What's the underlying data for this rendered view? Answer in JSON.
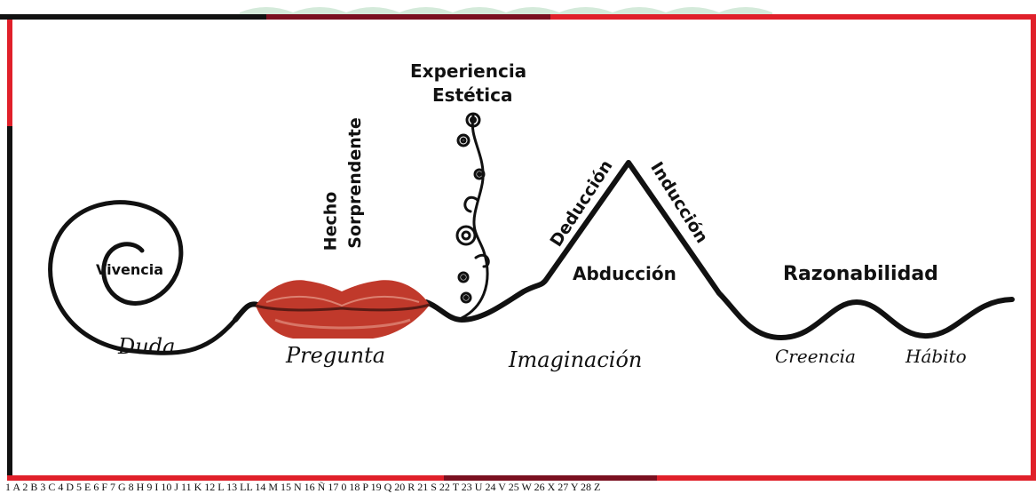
{
  "labels": {
    "vivencia": "Vivencia",
    "hecho": "Hecho",
    "sorprendente": "Sorprendente",
    "experiencia": "Experiencia",
    "estetica": "Estética",
    "deduccion": "Deducción",
    "induccion": "Inducción",
    "abduccion": "Abducción",
    "razonabilidad": "Razonabilidad"
  },
  "script_labels": {
    "duda": "Duda",
    "pregunta": "Pregunta",
    "imaginacion": "Imaginación",
    "creencia": "Creencia",
    "habito": "Hábito"
  },
  "ruler": "1 A 2 B 3 C 4 D 5 E 6 F 7 G 8 H 9 I 10 J 11 K 12 L 13 LL 14 M 15 N 16 Ñ 17 0 18 P 19 Q 20 R 21 S 22 T 23 U 24 V 25 W 26 X 27 Y 28 Z",
  "colors": {
    "frame_red": "#e0202a",
    "frame_dark": "#7a1020",
    "frame_black": "#111111",
    "line": "#111111",
    "lips": "#c0392b",
    "pattern_green": "#cfe8d6"
  },
  "icons": {
    "lips": "lips-book-icon",
    "swirl": "swirl-vine-icon",
    "spiral": "spiral-icon"
  }
}
